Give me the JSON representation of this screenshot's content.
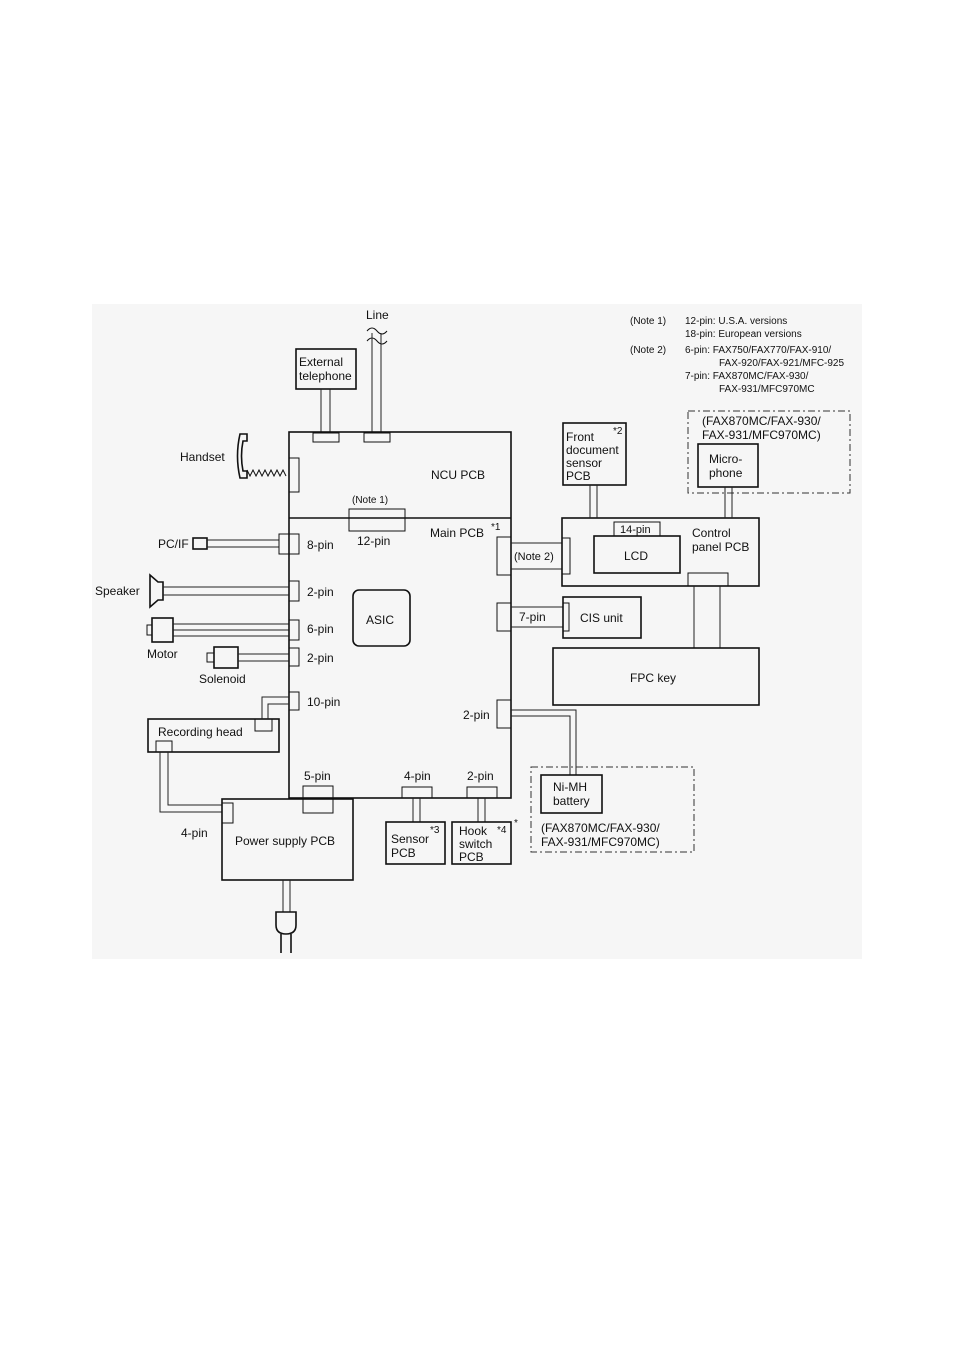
{
  "diagram": {
    "line": "Line",
    "external_telephone": [
      "External",
      "telephone"
    ],
    "ncu_pcb": "NCU PCB",
    "note1_tag": "(Note 1)",
    "pin12": "12-pin",
    "main_pcb": "Main PCB",
    "main_pcb_mark": "*1",
    "asic": "ASIC",
    "handset": "Handset",
    "pc_if": "PC/IF",
    "pin8": "8-pin",
    "speaker": "Speaker",
    "pin2_speaker": "2-pin",
    "motor": "Motor",
    "pin6": "6-pin",
    "solenoid": "Solenoid",
    "pin2_solenoid": "2-pin",
    "pin10": "10-pin",
    "recording_head": "Recording head",
    "pin5": "5-pin",
    "pin4_power": "4-pin",
    "power_supply_pcb": "Power supply PCB",
    "pin4_sensor": "4-pin",
    "sensor_pcb": [
      "Sensor",
      "PCB"
    ],
    "sensor_mark": "*3",
    "pin2_hook": "2-pin",
    "hook_switch_pcb": [
      "Hook",
      "switch",
      "PCB"
    ],
    "hook_mark": "*4",
    "hook_star": "*",
    "pin2_battery": "2-pin",
    "nimh_battery": [
      "Ni-MH",
      "battery"
    ],
    "battery_models": [
      "(FAX870MC/FAX-930/",
      "FAX-931/MFC970MC)"
    ],
    "note2_tag": "(Note 2)",
    "pin7": "7-pin",
    "cis_unit": "CIS unit",
    "control_panel_pcb": [
      "Control",
      "panel PCB"
    ],
    "pin14": "14-pin",
    "lcd": "LCD",
    "fpc_key": "FPC key",
    "front_sensor": [
      "Front",
      "document",
      "sensor",
      "PCB"
    ],
    "front_sensor_mark": "*2",
    "microphone": [
      "Micro-",
      "phone"
    ],
    "microphone_models": [
      "(FAX870MC/FAX-930/",
      "FAX-931/MFC970MC)"
    ]
  },
  "notes": {
    "note1_label": "(Note 1)",
    "note1_lines": [
      "12-pin:  U.S.A. versions",
      "18-pin:  European versions"
    ],
    "note2_label": "(Note 2)",
    "note2_lines": [
      "6-pin:  FAX750/FAX770/FAX-910/",
      "FAX-920/FAX-921/MFC-925",
      "7-pin:  FAX870MC/FAX-930/",
      "FAX-931/MFC970MC"
    ]
  }
}
